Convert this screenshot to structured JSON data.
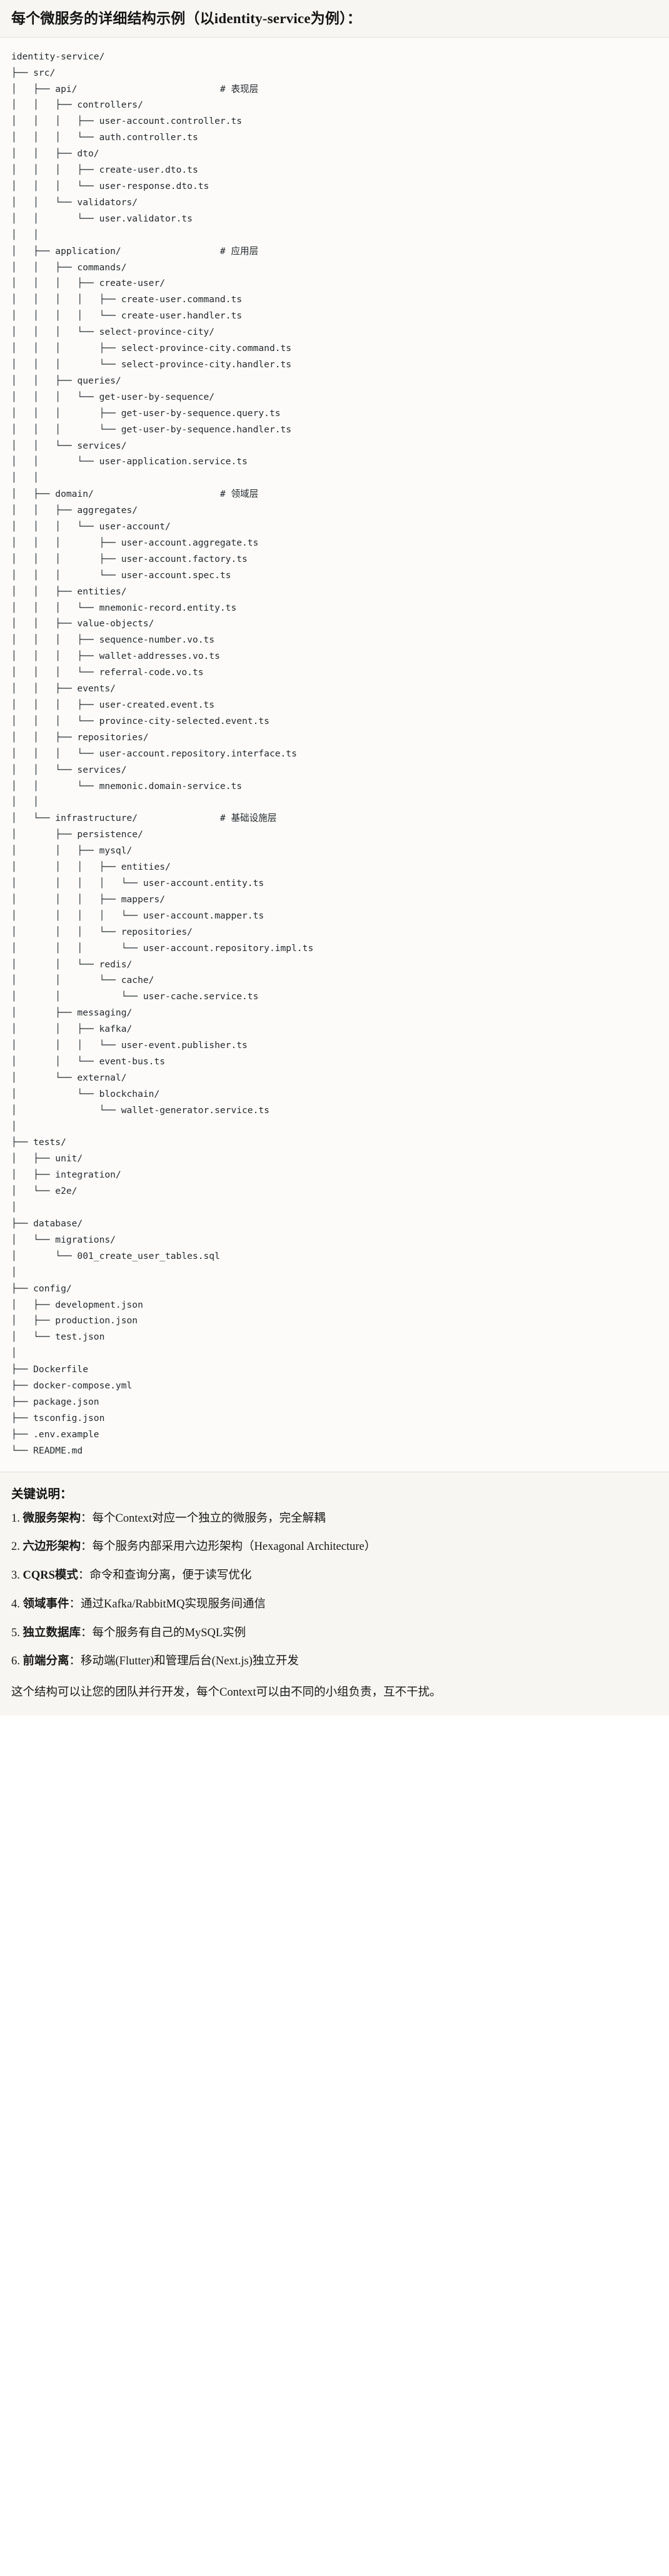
{
  "title": "每个微服务的详细结构示例（以identity-service为例）：",
  "tree": {
    "root": "identity-service/",
    "text": "identity-service/\n├── src/\n│   ├── api/                          # 表现层\n│   │   ├── controllers/\n│   │   │   ├── user-account.controller.ts\n│   │   │   └── auth.controller.ts\n│   │   ├── dto/\n│   │   │   ├── create-user.dto.ts\n│   │   │   └── user-response.dto.ts\n│   │   └── validators/\n│   │       └── user.validator.ts\n│   │\n│   ├── application/                  # 应用层\n│   │   ├── commands/\n│   │   │   ├── create-user/\n│   │   │   │   ├── create-user.command.ts\n│   │   │   │   └── create-user.handler.ts\n│   │   │   └── select-province-city/\n│   │   │       ├── select-province-city.command.ts\n│   │   │       └── select-province-city.handler.ts\n│   │   ├── queries/\n│   │   │   └── get-user-by-sequence/\n│   │   │       ├── get-user-by-sequence.query.ts\n│   │   │       └── get-user-by-sequence.handler.ts\n│   │   └── services/\n│   │       └── user-application.service.ts\n│   │\n│   ├── domain/                       # 领域层\n│   │   ├── aggregates/\n│   │   │   └── user-account/\n│   │   │       ├── user-account.aggregate.ts\n│   │   │       ├── user-account.factory.ts\n│   │   │       └── user-account.spec.ts\n│   │   ├── entities/\n│   │   │   └── mnemonic-record.entity.ts\n│   │   ├── value-objects/\n│   │   │   ├── sequence-number.vo.ts\n│   │   │   ├── wallet-addresses.vo.ts\n│   │   │   └── referral-code.vo.ts\n│   │   ├── events/\n│   │   │   ├── user-created.event.ts\n│   │   │   └── province-city-selected.event.ts\n│   │   ├── repositories/\n│   │   │   └── user-account.repository.interface.ts\n│   │   └── services/\n│   │       └── mnemonic.domain-service.ts\n│   │\n│   └── infrastructure/               # 基础设施层\n│       ├── persistence/\n│       │   ├── mysql/\n│       │   │   ├── entities/\n│       │   │   │   └── user-account.entity.ts\n│       │   │   ├── mappers/\n│       │   │   │   └── user-account.mapper.ts\n│       │   │   └── repositories/\n│       │   │       └── user-account.repository.impl.ts\n│       │   └── redis/\n│       │       └── cache/\n│       │           └── user-cache.service.ts\n│       ├── messaging/\n│       │   ├── kafka/\n│       │   │   └── user-event.publisher.ts\n│       │   └── event-bus.ts\n│       └── external/\n│           └── blockchain/\n│               └── wallet-generator.service.ts\n│\n├── tests/\n│   ├── unit/\n│   ├── integration/\n│   └── e2e/\n│\n├── database/\n│   └── migrations/\n│       └── 001_create_user_tables.sql\n│\n├── config/\n│   ├── development.json\n│   ├── production.json\n│   └── test.json\n│\n├── Dockerfile\n├── docker-compose.yml\n├── package.json\n├── tsconfig.json\n├── .env.example\n└── README.md",
    "layer_comments": [
      {
        "path": "src/api/",
        "comment": "# 表现层"
      },
      {
        "path": "src/application/",
        "comment": "# 应用层"
      },
      {
        "path": "src/domain/",
        "comment": "# 领域层"
      },
      {
        "path": "src/infrastructure/",
        "comment": "# 基础设施层"
      }
    ]
  },
  "notes": {
    "heading": "关键说明：",
    "items": [
      {
        "label": "微服务架构",
        "text": "：每个Context对应一个独立的微服务，完全解耦"
      },
      {
        "label": "六边形架构",
        "text": "：每个服务内部采用六边形架构（Hexagonal Architecture）"
      },
      {
        "label": "CQRS模式",
        "text": "：命令和查询分离，便于读写优化"
      },
      {
        "label": "领域事件",
        "text": "：通过Kafka/RabbitMQ实现服务间通信"
      },
      {
        "label": "独立数据库",
        "text": "：每个服务有自己的MySQL实例"
      },
      {
        "label": "前端分离",
        "text": "：移动端(Flutter)和管理后台(Next.js)独立开发"
      }
    ],
    "footer": "这个结构可以让您的团队并行开发，每个Context可以由不同的小组负责，互不干扰。"
  },
  "colors": {
    "title_band_bg": "#f7f6f2",
    "code_band_bg": "#fcfbf9",
    "notes_band_bg": "#f7f6f2",
    "text": "#1a1a1a",
    "code_text": "#24292e",
    "divider": "#e3e1da"
  }
}
